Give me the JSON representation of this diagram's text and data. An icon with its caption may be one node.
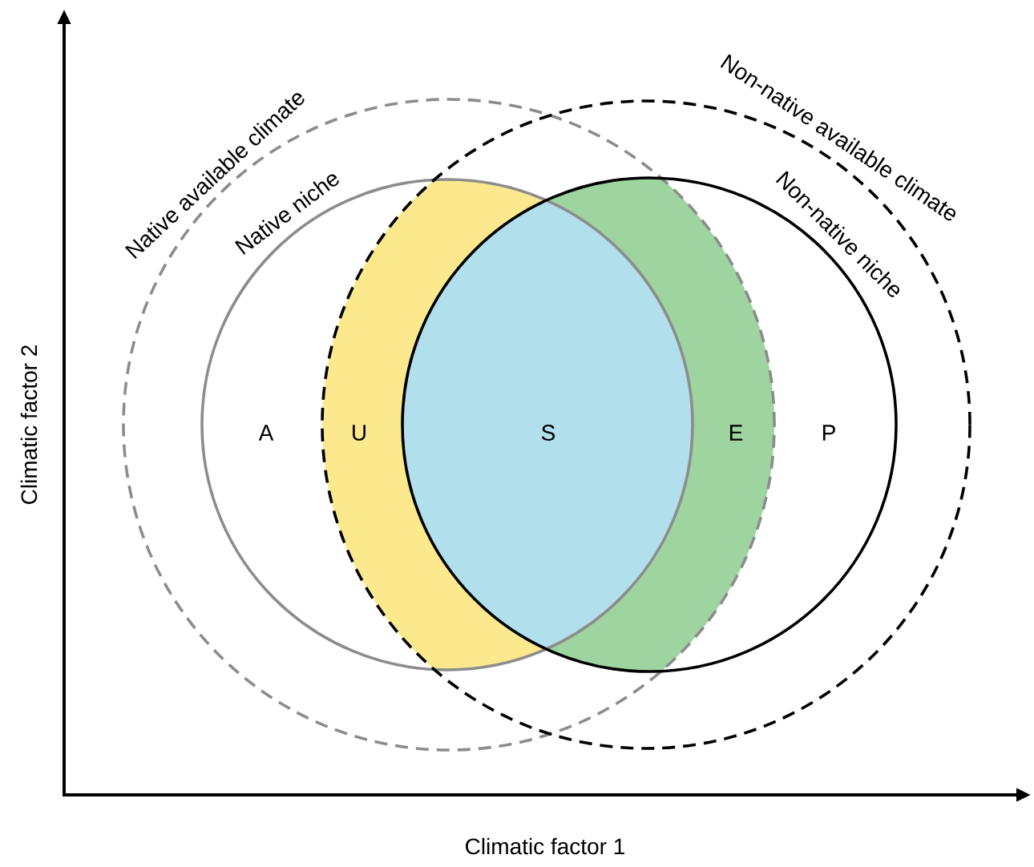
{
  "diagram": {
    "nodes": [
      {
        "text": [
          "Native available climate"
        ]
      },
      {
        "text": [
          "Native niche"
        ],
        "in": 0
      },
      {
        "text": [
          "Non-native available climate"
        ]
      },
      {
        "text": [
          "Non-native niche"
        ],
        "in": 2
      }
    ],
    "labels": [
      "Climatic factor 2",
      "A",
      "U",
      "S",
      "E",
      "P",
      "Climatic factor 1"
    ]
  }
}
